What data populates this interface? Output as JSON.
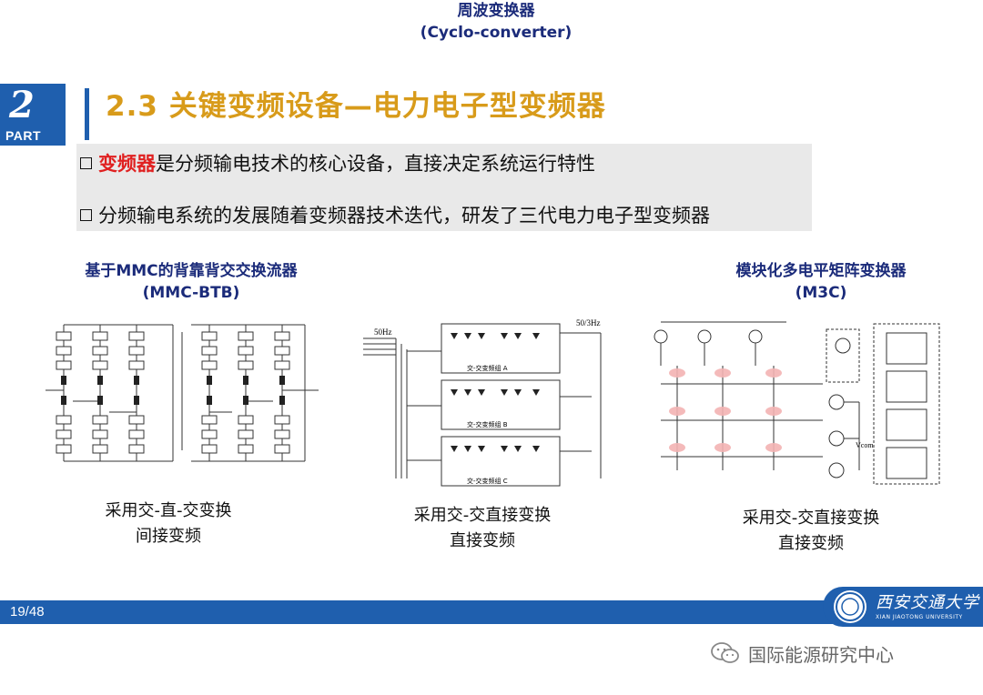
{
  "part": {
    "number": "2",
    "label": "PART"
  },
  "title": "2.3  关键变频设备—电力电子型变频器",
  "bullets": [
    {
      "highlight": "变频器",
      "text": "是分频输电技术的核心设备，直接决定系统运行特性"
    },
    {
      "highlight": "",
      "text": "分频输电系统的发展随着变频器技术迭代，研发了三代电力电子型变频器"
    }
  ],
  "figures": [
    {
      "title_line1": "基于MMC的背靠背交交换流器",
      "title_line2": "(MMC-BTB)",
      "desc_line1": "采用交-直-交变换",
      "desc_line2": "间接变频"
    },
    {
      "title_line1": "周波变换器",
      "title_line2": "(Cyclo-converter)",
      "desc_line1": "采用交-交直接变换",
      "desc_line2": "直接变频"
    },
    {
      "title_line1": "模块化多电平矩阵变换器",
      "title_line2": "(M3C)",
      "desc_line1": "采用交-交直接变换",
      "desc_line2": "直接变频"
    }
  ],
  "cyclo_labels": {
    "freq_in": "50Hz",
    "freq_out": "50/3Hz",
    "group_a": "交-交变频组 A",
    "group_b": "交-交变频组 B",
    "group_c": "交-交变频组 C"
  },
  "m3c_labels": {
    "vcom": "Vcom"
  },
  "footer": {
    "page": "19/48",
    "university_cn": "西安交通大学",
    "university_en": "XIAN JIAOTONG UNIVERSITY"
  },
  "watermark": {
    "text": "国际能源研究中心",
    "icon": "wechat-icon"
  },
  "colors": {
    "brand_blue": "#1f5fae",
    "title_gold": "#d89b1a",
    "highlight_red": "#e02020",
    "caption_navy": "#1b2b7a"
  }
}
